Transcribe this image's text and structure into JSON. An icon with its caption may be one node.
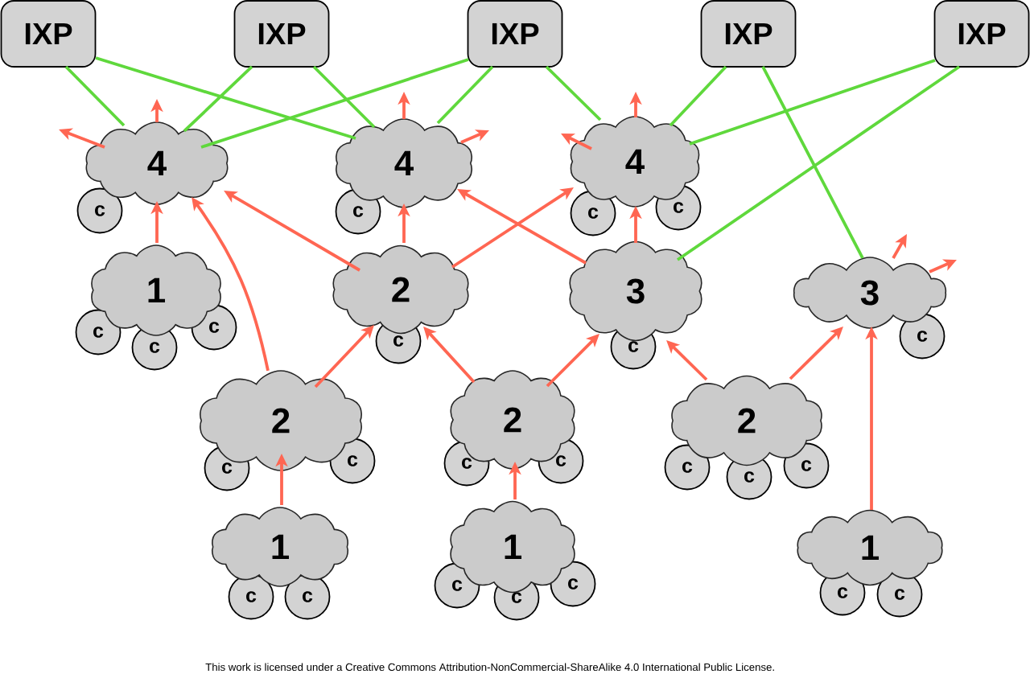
{
  "diagram": {
    "nodes": [
      {
        "text": [
          "IXP"
        ]
      },
      {
        "text": [
          "IXP"
        ]
      },
      {
        "text": [
          "IXP"
        ]
      },
      {
        "text": [
          "IXP"
        ]
      },
      {
        "text": [
          "IXP"
        ]
      },
      {
        "text": [
          "4"
        ]
      },
      {
        "text": [
          "c"
        ]
      },
      {
        "text": [
          "4"
        ]
      },
      {
        "text": [
          "c"
        ]
      },
      {
        "text": [
          "4"
        ]
      },
      {
        "text": [
          "c"
        ]
      },
      {
        "text": [
          "c"
        ]
      },
      {
        "text": [
          "1"
        ]
      },
      {
        "text": [
          "c"
        ]
      },
      {
        "text": [
          "c"
        ]
      },
      {
        "text": [
          "c"
        ]
      },
      {
        "text": [
          "2"
        ]
      },
      {
        "text": [
          "c"
        ]
      },
      {
        "text": [
          "3"
        ]
      },
      {
        "text": [
          "c"
        ]
      },
      {
        "text": [
          "3"
        ]
      },
      {
        "text": [
          "c"
        ]
      },
      {
        "text": [
          "2"
        ]
      },
      {
        "text": [
          "c"
        ]
      },
      {
        "text": [
          "c"
        ]
      },
      {
        "text": [
          "2"
        ]
      },
      {
        "text": [
          "c"
        ]
      },
      {
        "text": [
          "c"
        ]
      },
      {
        "text": [
          "2"
        ]
      },
      {
        "text": [
          "c"
        ]
      },
      {
        "text": [
          "c"
        ]
      },
      {
        "text": [
          "c"
        ]
      },
      {
        "text": [
          "1"
        ]
      },
      {
        "text": [
          "c"
        ]
      },
      {
        "text": [
          "c"
        ]
      },
      {
        "text": [
          "1"
        ]
      },
      {
        "text": [
          "c"
        ]
      },
      {
        "text": [
          "c"
        ]
      },
      {
        "text": [
          "c"
        ]
      },
      {
        "text": [
          "1"
        ]
      },
      {
        "text": [
          "c"
        ]
      },
      {
        "text": [
          "c"
        ]
      }
    ],
    "edges": [
      {
        "from": 0,
        "to": 5,
        "arrow": "none",
        "color": "#5fd83c"
      },
      {
        "from": 0,
        "to": 7,
        "arrow": "none",
        "color": "#5fd83c"
      },
      {
        "from": 1,
        "to": 5,
        "arrow": "none",
        "color": "#5fd83c"
      },
      {
        "from": 1,
        "to": 7,
        "arrow": "none",
        "color": "#5fd83c"
      },
      {
        "from": 2,
        "to": 5,
        "arrow": "none",
        "color": "#5fd83c"
      },
      {
        "from": 2,
        "to": 7,
        "arrow": "none",
        "color": "#5fd83c"
      },
      {
        "from": 2,
        "to": 9,
        "arrow": "none",
        "color": "#5fd83c"
      },
      {
        "from": 3,
        "to": 9,
        "arrow": "none",
        "color": "#5fd83c"
      },
      {
        "from": 3,
        "to": 20,
        "arrow": "none",
        "color": "#5fd83c"
      },
      {
        "from": 4,
        "to": 9,
        "arrow": "none",
        "color": "#5fd83c"
      },
      {
        "from": 4,
        "to": 18,
        "arrow": "none",
        "color": "#5fd83c"
      },
      {
        "from": 12,
        "to": 5,
        "arrow": "to"
      },
      {
        "from": 22,
        "to": 5,
        "arrow": "to"
      },
      {
        "from": 16,
        "to": 5,
        "arrow": "to"
      },
      {
        "from": 16,
        "to": 7,
        "arrow": "to"
      },
      {
        "from": 16,
        "to": 9,
        "arrow": "to"
      },
      {
        "from": 18,
        "to": 7,
        "arrow": "to"
      },
      {
        "from": 18,
        "to": 9,
        "arrow": "to"
      },
      {
        "from": 22,
        "to": 16,
        "arrow": "to"
      },
      {
        "from": 25,
        "to": 16,
        "arrow": "to"
      },
      {
        "from": 25,
        "to": 18,
        "arrow": "to"
      },
      {
        "from": 28,
        "to": 18,
        "arrow": "to"
      },
      {
        "from": 28,
        "to": 20,
        "arrow": "to"
      },
      {
        "from": 32,
        "to": 22,
        "arrow": "to"
      },
      {
        "from": 35,
        "to": 25,
        "arrow": "to"
      },
      {
        "from": 39,
        "to": 20,
        "arrow": "to"
      },
      {
        "from": 5,
        "to": null,
        "arrow": "to"
      },
      {
        "from": 5,
        "to": null,
        "arrow": "to"
      },
      {
        "from": 7,
        "to": null,
        "arrow": "to"
      },
      {
        "from": 7,
        "to": null,
        "arrow": "to"
      },
      {
        "from": 9,
        "to": null,
        "arrow": "to"
      },
      {
        "from": 9,
        "to": null,
        "arrow": "to"
      },
      {
        "from": 20,
        "to": null,
        "arrow": "to"
      },
      {
        "from": 20,
        "to": null,
        "arrow": "to"
      }
    ],
    "labels": [
      "This work is licensed under a Creative Commons Attribution-NonCommercial-ShareAlike 4.0 International Public License."
    ]
  }
}
